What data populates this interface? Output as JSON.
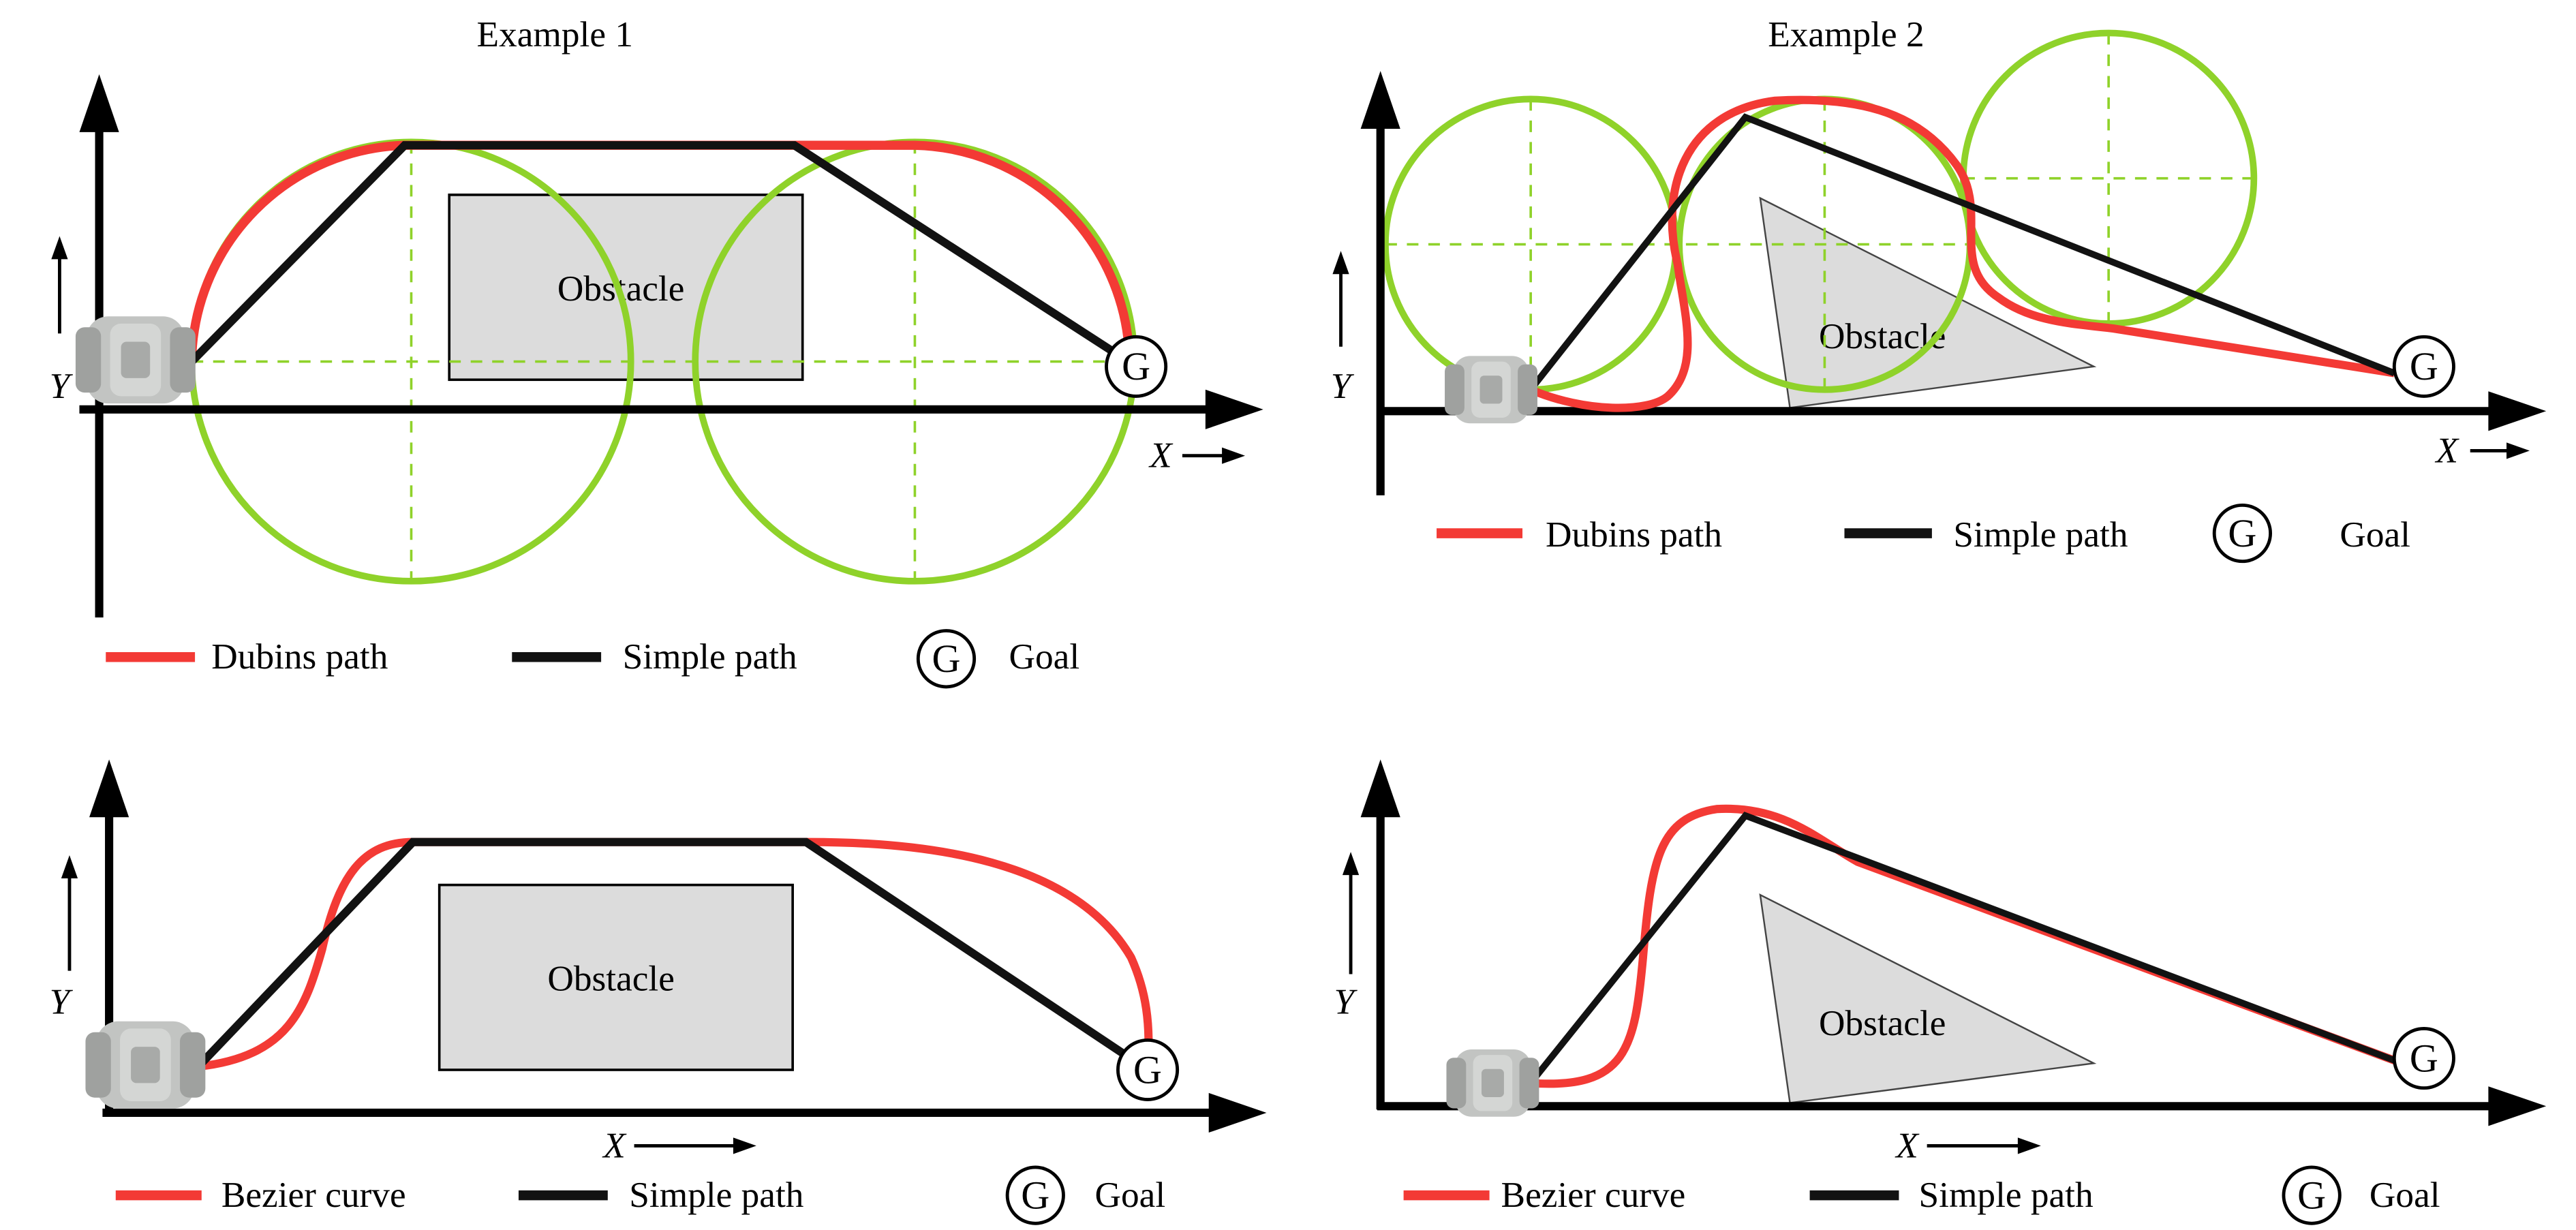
{
  "colors": {
    "dubins": "#f33a35",
    "simple": "#121212",
    "circle": "#8fd22a",
    "obstacle_fill": "#dcdcdc",
    "robot": "#b4b6b4",
    "axis": "#000000"
  },
  "panels": [
    {
      "id": "p1",
      "title": "Example 1",
      "obstacle_label": "Obstacle",
      "axis_x": "X",
      "axis_y": "Y",
      "goal_symbol": "G",
      "legend": {
        "curve": "Dubins path",
        "simple": "Simple path",
        "goal": "Goal"
      }
    },
    {
      "id": "p2",
      "title": "Example 2",
      "obstacle_label": "Obstacle",
      "axis_x": "X",
      "axis_y": "Y",
      "goal_symbol": "G",
      "legend": {
        "curve": "Dubins path",
        "simple": "Simple path",
        "goal": "Goal"
      }
    },
    {
      "id": "p3",
      "title": "",
      "obstacle_label": "Obstacle",
      "axis_x": "X",
      "axis_y": "Y",
      "goal_symbol": "G",
      "legend": {
        "curve": "Bezier curve",
        "simple": "Simple path",
        "goal": "Goal"
      }
    },
    {
      "id": "p4",
      "title": "",
      "obstacle_label": "Obstacle",
      "axis_x": "X",
      "axis_y": "Y",
      "goal_symbol": "G",
      "legend": {
        "curve": "Bezier curve",
        "simple": "Simple path",
        "goal": "Goal"
      }
    }
  ]
}
